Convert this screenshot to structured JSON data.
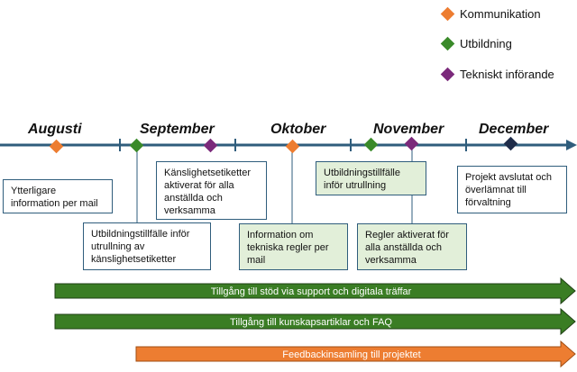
{
  "legend": [
    {
      "label": "Kommunikation",
      "color": "#ed7d31"
    },
    {
      "label": "Utbildning",
      "color": "#3a8a2a"
    },
    {
      "label": "Tekniskt införande",
      "color": "#7b2a7b"
    }
  ],
  "months": [
    "Augusti",
    "September",
    "Oktober",
    "November",
    "December"
  ],
  "milestones": [
    {
      "type": "Kommunikation",
      "color": "#ed7d31",
      "text": "Ytterligare information per mail"
    },
    {
      "type": "Utbildning",
      "color": "#3a8a2a",
      "text": "Utbildningstillfälle inför utrullning av känslighetsetiketter"
    },
    {
      "type": "Tekniskt införande",
      "color": "#7b2a7b",
      "text": "Känslighetsetiketter aktiverat för alla anställda och verksamma"
    },
    {
      "type": "Kommunikation",
      "color": "#ed7d31",
      "text": "Information om tekniska regler per mail"
    },
    {
      "type": "Utbildning",
      "color": "#3a8a2a",
      "text": "Utbildningstillfälle inför utrullning"
    },
    {
      "type": "Tekniskt införande",
      "color": "#7b2a7b",
      "text": "Regler aktiverat för alla anställda och verksamma"
    },
    {
      "type": "Avslut",
      "color": "#1f2d4a",
      "text": "Projekt avslutat och överlämnat till förvaltning"
    }
  ],
  "bars": [
    {
      "label": "Tillgång till stöd via support och digitala träffar",
      "color": "#3a7d24"
    },
    {
      "label": "Tillgång till kunskapsartiklar och FAQ",
      "color": "#3a7d24"
    },
    {
      "label": "Feedbackinsamling till projektet",
      "color": "#ed7d31"
    }
  ],
  "colors": {
    "timeline": "#2f5d7c",
    "box_border": "#2f5d7c",
    "box_green_fill": "#e2efd9"
  }
}
